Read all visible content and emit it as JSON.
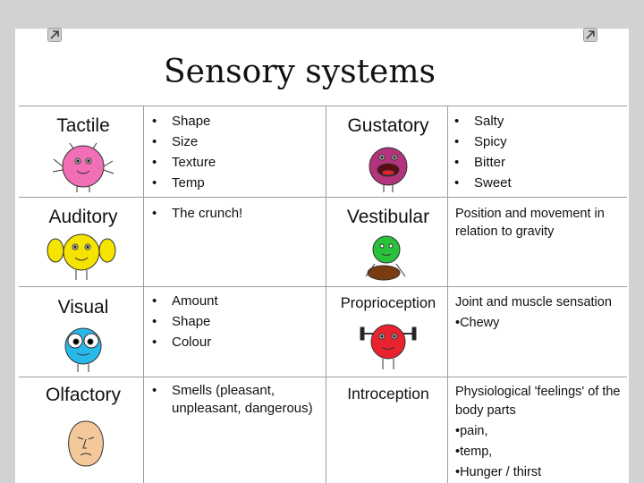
{
  "title": "Sensory systems",
  "rows": [
    {
      "left_name": "Tactile",
      "left_items": [
        "Shape",
        "Size",
        "Texture",
        " Temp"
      ],
      "right_name": "Gustatory",
      "right_items": [
        "Salty",
        "Spicy",
        "Bitter",
        "Sweet"
      ]
    },
    {
      "left_name": "Auditory",
      "left_items": [
        "The crunch!"
      ],
      "right_name": "Vestibular",
      "right_text": [
        "Position and movement in relation to gravity"
      ]
    },
    {
      "left_name": "Visual",
      "left_items": [
        "Amount",
        "Shape",
        "Colour"
      ],
      "right_name": "Proprioception",
      "right_text": [
        "Joint and muscle sensation",
        "•Chewy"
      ]
    },
    {
      "left_name": "Olfactory",
      "left_items": [
        "Smells (pleasant, unpleasant, dangerous)"
      ],
      "right_name": "Introception",
      "right_text": [
        "Physiological 'feelings' of the body parts",
        "•pain,",
        "•temp,",
        "•Hunger / thirst"
      ]
    }
  ],
  "colors": {
    "tactile": "#f06fb5",
    "gustatory": "#b3337c",
    "auditory": "#f4e400",
    "vestibular": "#27c13a",
    "visual": "#26b9ea",
    "proprioception": "#e8232d",
    "olfactory": "#f5c89b"
  }
}
